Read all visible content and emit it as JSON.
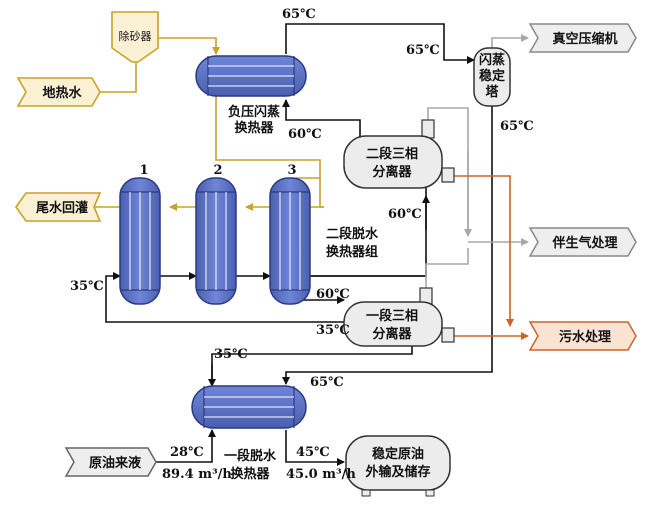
{
  "colors": {
    "geothermal": "#c9a227",
    "process": "#111111",
    "gas": "#a8a8a8",
    "sewage": "#c8652b",
    "exchanger_fill": "#5a70c2",
    "exchanger_stroke": "#2a3a80",
    "vessel_fill": "#ececec",
    "tag_gray_fill": "#eeeeee",
    "tag_yellow_fill": "#faf1d5",
    "tag_orange_fill": "#fbe3d3"
  },
  "labels": {
    "desander": "除砂器",
    "geothermal_water": "地热水",
    "tail_water": "尾水回灌",
    "vacuum_hx_line1": "负压闪蒸",
    "vacuum_hx_line2": "换热器",
    "stage2_hx_line1": "二段脱水",
    "stage2_hx_line2": "换热器组",
    "stage1_hx_line1": "一段脱水",
    "stage1_hx_line2": "换热器",
    "flash_tower_line1": "闪蒸",
    "flash_tower_line2": "稳定",
    "flash_tower_line3": "塔",
    "sep2_line1": "二段三相",
    "sep2_line2": "分离器",
    "sep1_line1": "一段三相",
    "sep1_line2": "分离器",
    "vacuum_compressor": "真空压缩机",
    "gas_treatment": "伴生气处理",
    "sewage_treatment": "污水处理",
    "crude_feed": "原油来液",
    "storage_line1": "稳定原油",
    "storage_line2": "外输及储存",
    "hx_1": "1",
    "hx_2": "2",
    "hx_3": "3"
  },
  "temperatures": {
    "t_top": "65℃",
    "t_tower_in": "65℃",
    "t_tower_out": "65℃",
    "t_vacuum_out": "60℃",
    "t_sep2_in": "60℃",
    "t_stage2_out": "60℃",
    "t_left": "35℃",
    "t_sep1_out": "35℃",
    "t_stage1_out": "35℃",
    "t_stage1_in": "65℃",
    "t_feed": "28℃",
    "t_product": "45℃"
  },
  "flows": {
    "feed_flow": "89.4 m³/h",
    "product_flow": "45.0 m³/h"
  }
}
